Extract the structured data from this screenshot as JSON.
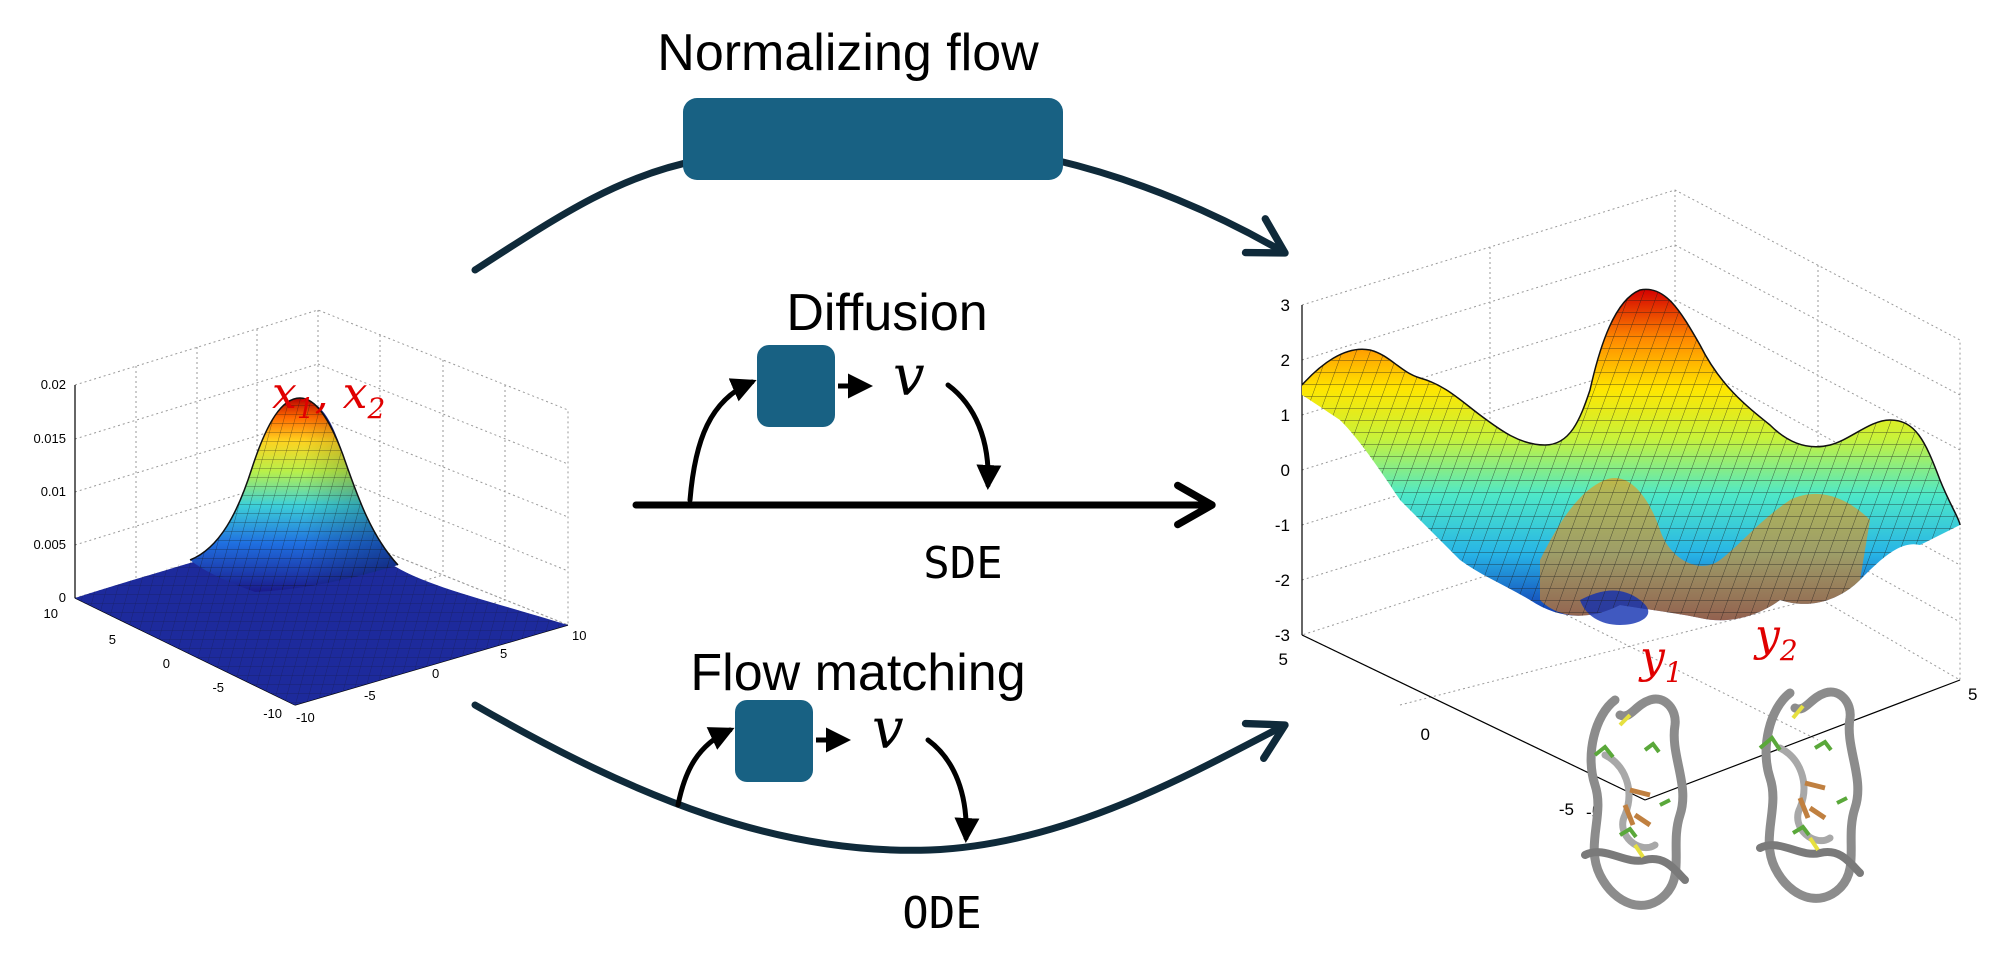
{
  "labels": {
    "normalizing_flow": "Normalizing flow",
    "diffusion": "Diffusion",
    "flow_matching": "Flow matching",
    "sde": "SDE",
    "ode": "ODE",
    "v_diffusion": "v",
    "v_flow": "v"
  },
  "variables": {
    "x_base": "x",
    "x1_sub": "1",
    "x_sep": ", ",
    "x2_sub": "2",
    "y_base": "y",
    "y1_sub": "1",
    "y2_sub": "2"
  },
  "left_plot": {
    "z_ticks": [
      "0.02",
      "0.015",
      "0.01",
      "0.005",
      "0"
    ],
    "x_ticks": [
      "10",
      "5",
      "0",
      "-5",
      "-10"
    ],
    "y_ticks": [
      "-10",
      "-5",
      "0",
      "5",
      "10"
    ]
  },
  "right_plot": {
    "z_ticks": [
      "3",
      "2",
      "1",
      "0",
      "-1",
      "-2",
      "-3"
    ],
    "x_ticks": [
      "5",
      "0",
      "-5"
    ],
    "y_ticks": [
      "-5",
      "5"
    ]
  },
  "colors": {
    "box": "#186183",
    "arrow_dark": "#0f2a3a",
    "variable_red": "#e00000"
  }
}
